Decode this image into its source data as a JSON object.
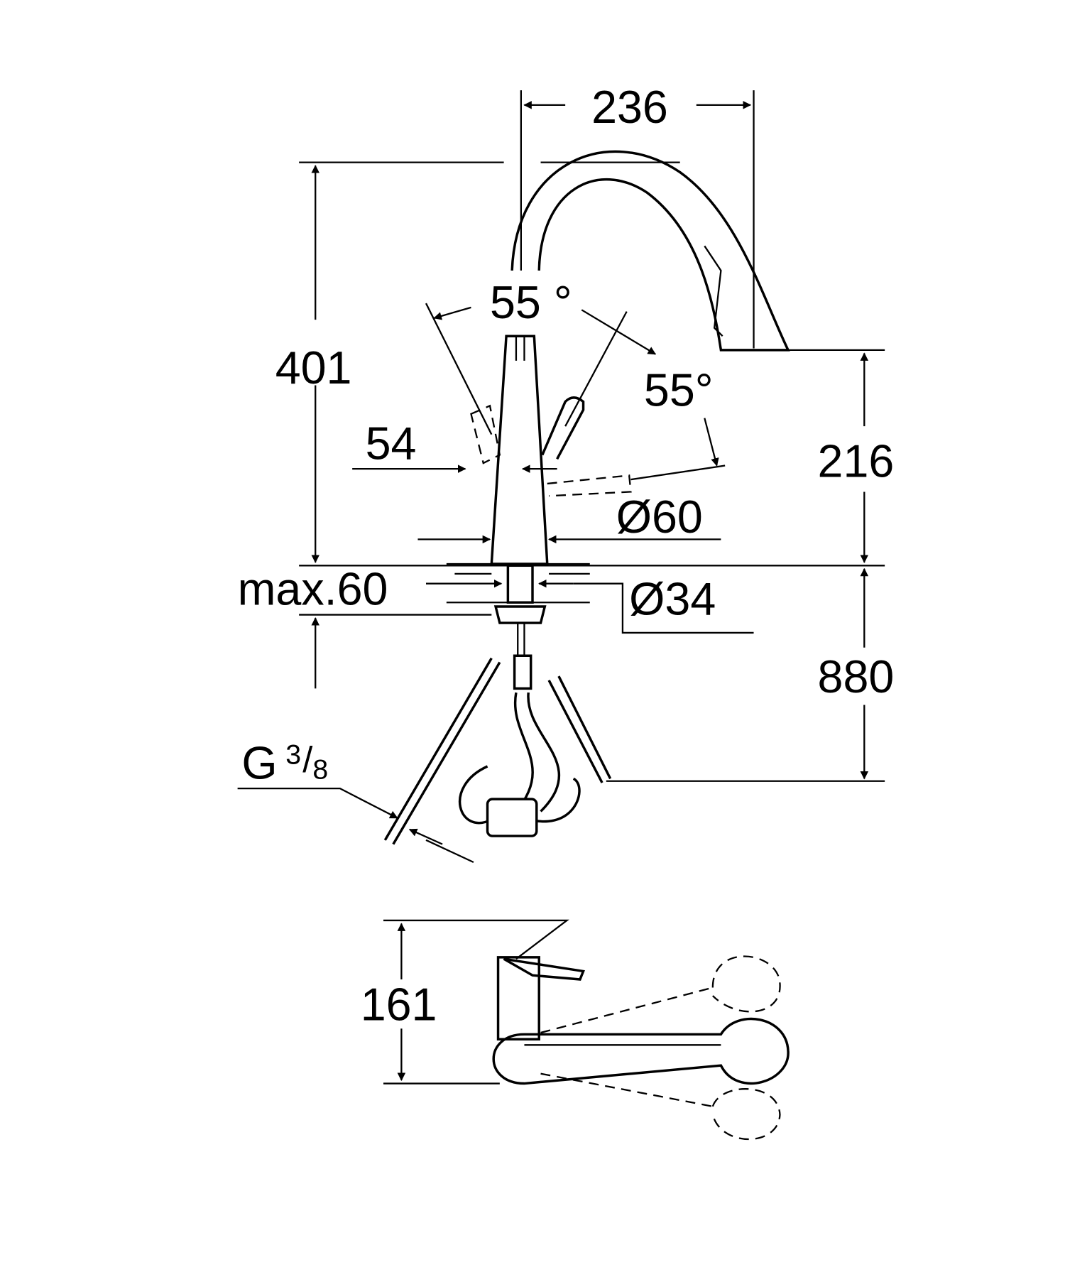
{
  "drawing": {
    "dimensions": {
      "spout_reach": "236",
      "total_height": "401",
      "lever_angle_side": "55 °",
      "lever_angle_front": "55°",
      "lever_offset": "54",
      "spout_height": "216",
      "base_diameter": "Ø60",
      "max_deck_thickness": "max.60",
      "hole_diameter": "Ø34",
      "hose_length": "880",
      "thread_main": "G",
      "thread_num": "3",
      "thread_den": "8",
      "top_view_depth": "161"
    },
    "colors": {
      "line": "#000000",
      "background": "#ffffff"
    }
  }
}
